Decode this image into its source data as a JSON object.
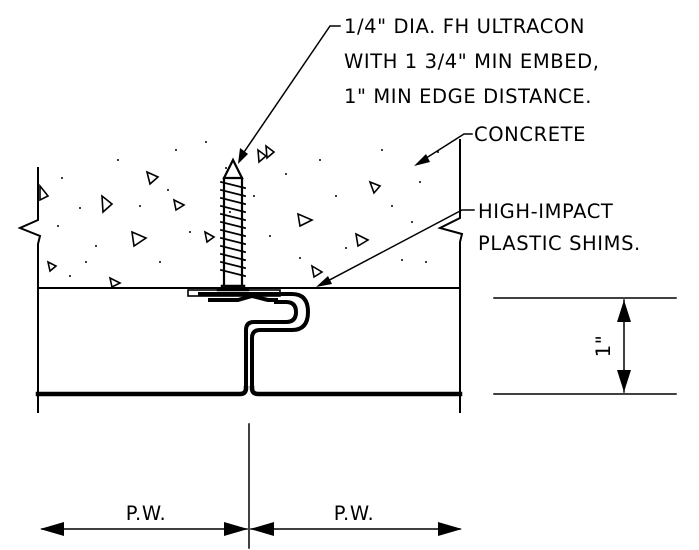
{
  "labels": {
    "fastener_line1": "1/4\" DIA. FH ULTRACON",
    "fastener_line2": "WITH 1 3/4\" MIN EMBED,",
    "fastener_line3": "1\" MIN EDGE DISTANCE.",
    "concrete": "CONCRETE",
    "shims_line1": "HIGH-IMPACT",
    "shims_line2": "PLASTIC SHIMS.",
    "dimension_height": "1\"",
    "pw_left": "P.W.",
    "pw_right": "P.W."
  },
  "colors": {
    "line": "#000000",
    "background": "#ffffff"
  }
}
